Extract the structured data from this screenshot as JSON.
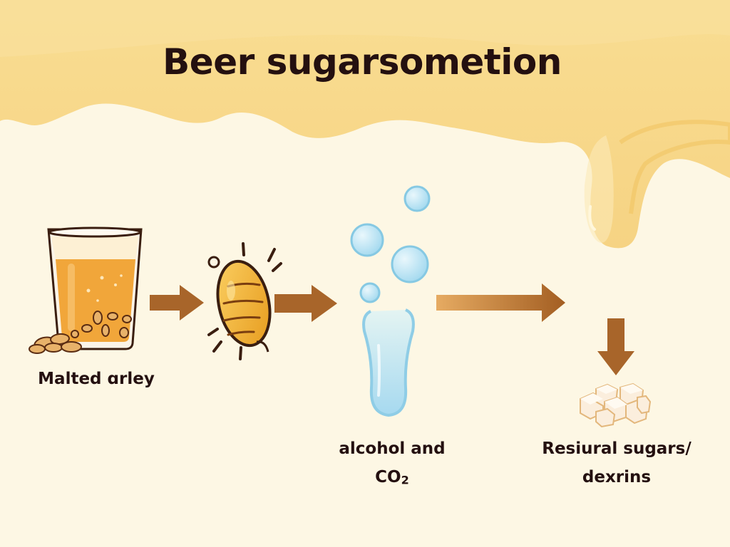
{
  "title": "Beer sugarsometion",
  "steps": [
    {
      "id": "malted-barley",
      "label": "Malted ɑrley",
      "icon": "beer-glass-with-grains-icon"
    },
    {
      "id": "yeast",
      "label": "",
      "icon": "yeast-cell-icon"
    },
    {
      "id": "alcohol-co2",
      "label_line1": "alcohol and",
      "label_line2_main": "CO",
      "label_line2_sub": "2",
      "icon": "bubbles-and-test-tube-icon"
    },
    {
      "id": "residual-sugars",
      "label_line1": "Resiural sugars/",
      "label_line2": "dexrins",
      "icon": "sugar-cubes-icon"
    }
  ],
  "arrows": [
    {
      "from": "malted-barley",
      "to": "yeast",
      "direction": "right"
    },
    {
      "from": "yeast",
      "to": "alcohol-co2",
      "direction": "right"
    },
    {
      "from": "alcohol-co2",
      "to": "residual-sugars",
      "direction": "right"
    },
    {
      "from": "arrow-3",
      "to": "sugar-cubes",
      "direction": "down"
    }
  ],
  "colors": {
    "background": "#fdf7e4",
    "drip": "#f8dc94",
    "drip_dark": "#f0c66a",
    "text": "#241010",
    "arrow": "#a8652a",
    "arrow_light": "#e3a55c",
    "beer": "#f2ac3c",
    "bubble": "#a9dcef",
    "sugar": "#f6e2c2"
  }
}
